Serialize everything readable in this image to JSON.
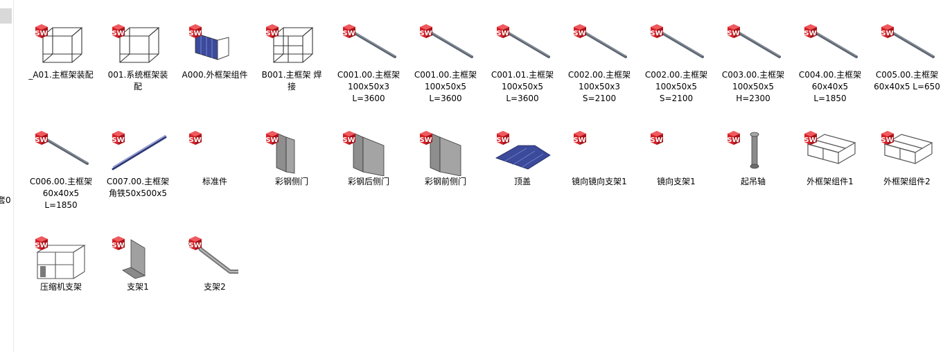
{
  "nav": {
    "clipped_text": "套0"
  },
  "colors": {
    "badge_red": "#d42027",
    "rod_gray": "#5b6470",
    "panel_gray": "#8e8e8e",
    "roof_blue": "#3b4a9a"
  },
  "files": [
    {
      "name": "_A01.主框架装配",
      "icon": "frame-assembly-icon"
    },
    {
      "name": "001.系统框架装配",
      "icon": "frame-assembly-icon"
    },
    {
      "name": "A000.外框架组件",
      "icon": "blue-panel-icon"
    },
    {
      "name": "B001.主框架 焊接",
      "icon": "frame-weld-icon"
    },
    {
      "name": "C001.00.主框架100x50x3 L=3600",
      "icon": "rod-icon"
    },
    {
      "name": "C001.00.主框架100x50x5 L=3600",
      "icon": "rod-icon"
    },
    {
      "name": "C001.01.主框架100x50x5 L=3600",
      "icon": "rod-icon"
    },
    {
      "name": "C002.00.主框架100x50x3 S=2100",
      "icon": "rod-icon"
    },
    {
      "name": "C002.00.主框架100x50x5 S=2100",
      "icon": "rod-icon"
    },
    {
      "name": "C003.00.主框架100x50x5 H=2300",
      "icon": "rod-icon"
    },
    {
      "name": "C004.00.主框架60x40x5 L=1850",
      "icon": "rod-icon"
    },
    {
      "name": "C005.00.主框架60x40x5 L=650",
      "icon": "rod-icon"
    },
    {
      "name": "C006.00.主框架60x40x5 L=1850",
      "icon": "rod-icon"
    },
    {
      "name": "C007.00.主框架角铁50x500x5",
      "icon": "angle-iron-icon"
    },
    {
      "name": "标准件",
      "icon": "empty-part-icon"
    },
    {
      "name": "彩钢侧门",
      "icon": "side-door-icon"
    },
    {
      "name": "彩钢后侧门",
      "icon": "back-door-icon"
    },
    {
      "name": "彩钢前侧门",
      "icon": "front-door-icon"
    },
    {
      "name": "顶盖",
      "icon": "roof-icon"
    },
    {
      "name": "镜向镜向支架1",
      "icon": "empty-part-icon"
    },
    {
      "name": "镜向支架1",
      "icon": "empty-part-icon"
    },
    {
      "name": "起吊轴",
      "icon": "lifting-shaft-icon"
    },
    {
      "name": "外框架组件1",
      "icon": "outer-frame-icon"
    },
    {
      "name": "外框架组件2",
      "icon": "outer-frame-icon"
    },
    {
      "name": "压缩机支架",
      "icon": "compressor-frame-icon"
    },
    {
      "name": "支架1",
      "icon": "bracket-icon"
    },
    {
      "name": "支架2",
      "icon": "bent-bracket-icon"
    }
  ],
  "file_labels": [
    "_A01.主框架装配",
    "001.系统框架装\n配",
    "A000.外框架组件",
    "B001.主框架 焊\n接",
    "C001.00.主框架\n100x50x3\nL=3600",
    "C001.00.主框架\n100x50x5\nL=3600",
    "C001.01.主框架\n100x50x5\nL=3600",
    "C002.00.主框架\n100x50x3\nS=2100",
    "C002.00.主框架\n100x50x5\nS=2100",
    "C003.00.主框架\n100x50x5\nH=2300",
    "C004.00.主框架\n60x40x5\nL=1850",
    "C005.00.主框架\n60x40x5 L=650",
    "C006.00.主框架\n60x40x5\nL=1850",
    "C007.00.主框架\n角铁50x500x5",
    "标准件",
    "彩钢侧门",
    "彩钢后侧门",
    "彩钢前侧门",
    "顶盖",
    "镜向镜向支架1",
    "镜向支架1",
    "起吊轴",
    "外框架组件1",
    "外框架组件2",
    "压缩机支架",
    "支架1",
    "支架2"
  ]
}
